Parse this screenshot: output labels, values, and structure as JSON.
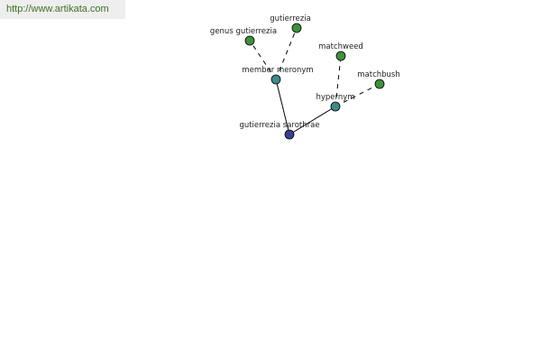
{
  "watermark": {
    "text": "http://www.artikata.com",
    "color": "#3f6f21"
  },
  "colors": {
    "root_node": "#3b3f8f",
    "relation_node": "#3f8a8a",
    "leaf_node": "#3f8f3f"
  },
  "graph": {
    "nodes": [
      {
        "id": "root",
        "label": "gutierrezia sarothrae",
        "kind": "root"
      },
      {
        "id": "member_meronym",
        "label": "member meronym",
        "kind": "relation"
      },
      {
        "id": "hypernym",
        "label": "hypernym",
        "kind": "relation"
      },
      {
        "id": "genus_gutierrezia",
        "label": "genus gutierrezia",
        "kind": "leaf"
      },
      {
        "id": "gutierrezia",
        "label": "gutierrezia",
        "kind": "leaf"
      },
      {
        "id": "matchweed",
        "label": "matchweed",
        "kind": "leaf"
      },
      {
        "id": "matchbush",
        "label": "matchbush",
        "kind": "leaf"
      }
    ],
    "edges": [
      {
        "from": "root",
        "to": "member_meronym",
        "style": "solid"
      },
      {
        "from": "root",
        "to": "hypernym",
        "style": "solid"
      },
      {
        "from": "member_meronym",
        "to": "genus_gutierrezia",
        "style": "dashed"
      },
      {
        "from": "member_meronym",
        "to": "gutierrezia",
        "style": "dashed"
      },
      {
        "from": "hypernym",
        "to": "matchweed",
        "style": "dashed"
      },
      {
        "from": "hypernym",
        "to": "matchbush",
        "style": "dashed"
      }
    ]
  }
}
